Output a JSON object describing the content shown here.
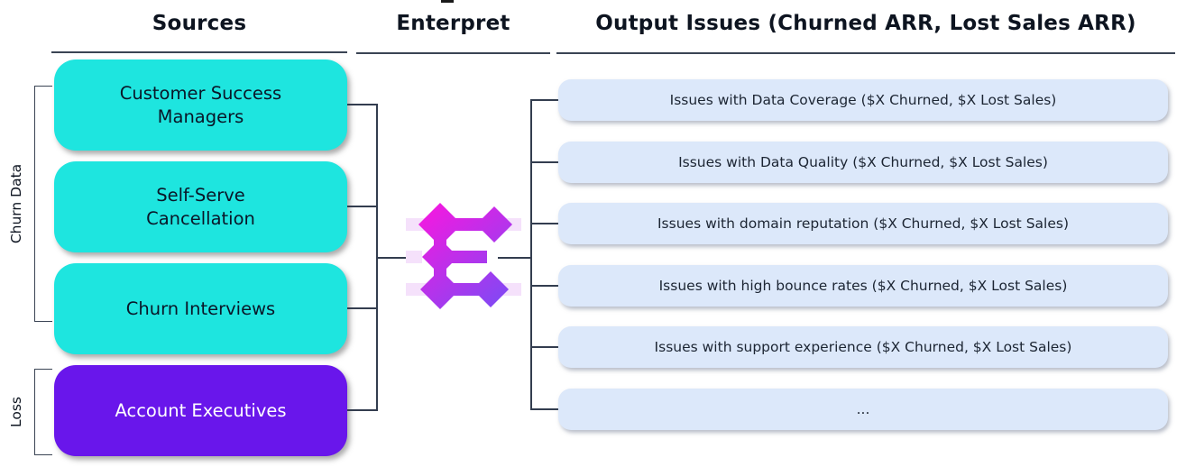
{
  "header": {
    "sources": "Sources",
    "processor": "Enterpret",
    "outputs": "Output Issues (Churned ARR, Lost Sales ARR)"
  },
  "groups": {
    "churn_label": "Churn Data",
    "loss_label": "Loss"
  },
  "sources": {
    "boxes": [
      {
        "label": "Customer Success Managers",
        "group": "Churn Data"
      },
      {
        "label": "Self-Serve Cancellation",
        "group": "Churn Data"
      },
      {
        "label": "Churn Interviews",
        "group": "Churn Data"
      },
      {
        "label": "Account Executives",
        "group": "Loss"
      }
    ]
  },
  "outputs": {
    "boxes": [
      {
        "label": "Issues with Data Coverage ($X Churned, $X Lost Sales)"
      },
      {
        "label": "Issues with Data Quality ($X Churned, $X Lost Sales)"
      },
      {
        "label": "Issues with domain reputation ($X Churned, $X Lost Sales)"
      },
      {
        "label": "Issues with high bounce rates ($X Churned, $X Lost Sales)"
      },
      {
        "label": "Issues with support experience ($X Churned, $X Lost Sales)"
      },
      {
        "label": "..."
      }
    ]
  },
  "logo": {
    "name": "enterpret-logo"
  },
  "colors": {
    "churn_source": "#1EE5DF",
    "loss_source": "#6916EB",
    "output_box": "#DCE8FA",
    "connector": "#333D4F",
    "header_text": "#0D1420",
    "logo_gradient_start": "#FB16DF",
    "logo_gradient_end": "#7B4BF5",
    "logo_band": "#F5E1FB"
  }
}
